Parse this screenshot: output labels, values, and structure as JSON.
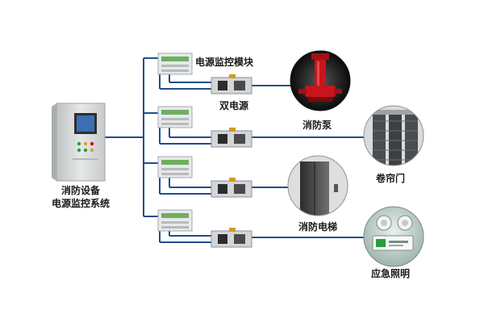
{
  "diagram": {
    "controller": {
      "line1": "消防设备",
      "line2": "电源监控系统"
    },
    "module_label": "电源监控模块",
    "dual_power_label": "双电源",
    "devices": {
      "pump": "消防泵",
      "shutter": "卷帘门",
      "elevator": "消防电梯",
      "lighting": "应急照明"
    },
    "colors": {
      "wire": "#1f4e8c",
      "cabinet": "#d9dcdc",
      "pump_red": "#c8151b",
      "screen": "#3a6fb5"
    }
  }
}
